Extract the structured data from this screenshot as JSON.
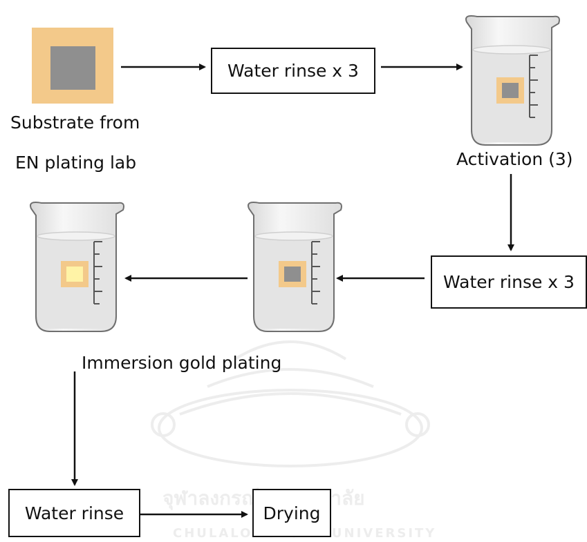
{
  "steps": {
    "substrate_line1": "Substrate from",
    "substrate_line2": "EN plating lab",
    "rinse_1": "Water rinse x 3",
    "activation": "Activation (3)",
    "rinse_2": "Water rinse x 3",
    "immersion": "Immersion gold plating",
    "rinse_3": "Water rinse",
    "drying": "Drying"
  },
  "watermark": {
    "thai_text": "จุฬาลงกรณ์มหาวิทยาลัย",
    "english_text": "CHULALONGKORN UNIVERSITY"
  },
  "colors": {
    "substrate_frame": "#f3c98a",
    "substrate_core": "#8f8f8f",
    "gold_core": "#fff3a6",
    "liquid": "#e4e4e4",
    "beaker_outline": "#6f6f6f",
    "box_border": "#111111",
    "watermark": "#ededed"
  }
}
